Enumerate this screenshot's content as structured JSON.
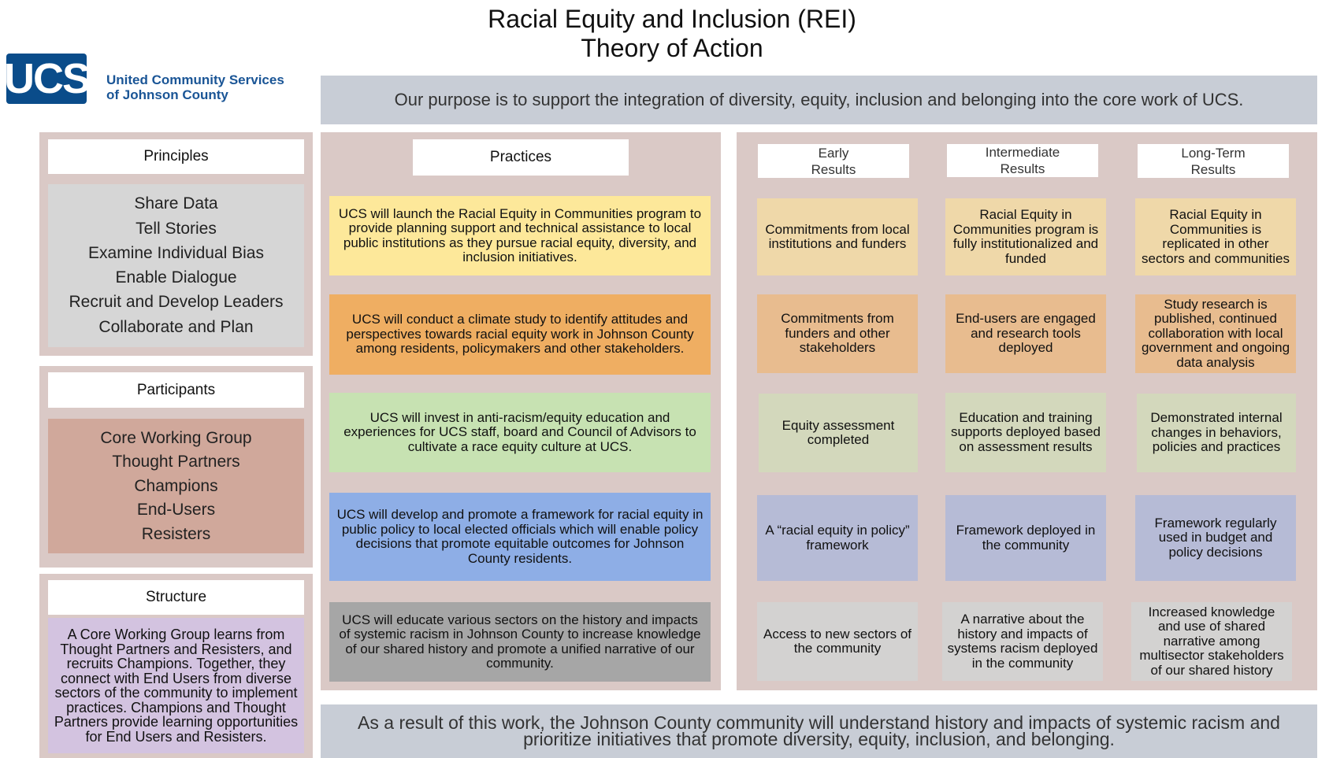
{
  "title": {
    "line1": "Racial Equity and Inclusion (REI)",
    "line2": "Theory of Action"
  },
  "logo": {
    "mark": "UCS",
    "line1": "United Community Services",
    "line2": "of Johnson County"
  },
  "purpose": "Our purpose is to support the integration of diversity, equity, inclusion and belonging into the core work of UCS.",
  "principles": {
    "heading": "Principles",
    "items": [
      "Share Data",
      "Tell Stories",
      "Examine Individual Bias",
      "Enable Dialogue",
      "Recruit and Develop Leaders",
      "Collaborate and Plan"
    ]
  },
  "participants": {
    "heading": "Participants",
    "items": [
      "Core Working Group",
      "Thought Partners",
      "Champions",
      "End-Users",
      "Resisters"
    ]
  },
  "structure": {
    "heading": "Structure",
    "text": "A Core Working Group learns from Thought Partners and Resisters, and recruits Champions. Together, they connect with End Users from diverse sectors of the community to implement practices. Champions and Thought Partners provide learning opportunities for End Users and Resisters."
  },
  "practices": {
    "heading": "Practices",
    "items": [
      "UCS will launch the Racial Equity in Communities program to provide planning support and technical assistance to local public institutions as they pursue racial equity, diversity, and inclusion initiatives.",
      "UCS will conduct a climate study to identify attitudes and perspectives towards racial equity work in Johnson County among residents, policymakers and other stakeholders.",
      "UCS will invest in anti-racism/equity education and experiences for UCS staff, board and Council of Advisors to cultivate a race equity culture at UCS.",
      "UCS will develop and promote a framework for racial equity in public policy to local elected officials which will enable policy decisions that promote equitable outcomes for Johnson County residents.",
      "UCS will educate various sectors on the history and impacts of systemic racism in Johnson County to increase knowledge of our shared history and promote a unified narrative of our community."
    ]
  },
  "results": {
    "early": {
      "heading_line1": "Early",
      "heading_line2": "Results",
      "items": [
        "Commitments from local institutions and funders",
        "Commitments from funders and other stakeholders",
        "Equity assessment completed",
        "A “racial equity in policy” framework",
        "Access to new sectors of the community"
      ]
    },
    "intermediate": {
      "heading_line1": "Intermediate",
      "heading_line2": "Results",
      "items": [
        "Racial Equity in Communities program is fully institutionalized and funded",
        "End-users are engaged and research tools deployed",
        "Education and training supports deployed based on assessment results",
        "Framework deployed in the community",
        "A narrative about the history and impacts of systems racism deployed in the community"
      ]
    },
    "longterm": {
      "heading_line1": "Long-Term",
      "heading_line2": "Results",
      "items": [
        "Racial Equity in Communities is replicated in other sectors and communities",
        "Study research is published, continued collaboration with local government and ongoing data analysis",
        "Demonstrated internal changes in behaviors, policies and practices",
        "Framework regularly used in budget and policy decisions",
        "Increased knowledge and use of shared narrative among multisector stakeholders of our shared history"
      ]
    }
  },
  "outcome": "As a result of this work, the Johnson County community will understand history and impacts of systemic racism and prioritize initiatives that promote diversity, equity, inclusion, and belonging."
}
